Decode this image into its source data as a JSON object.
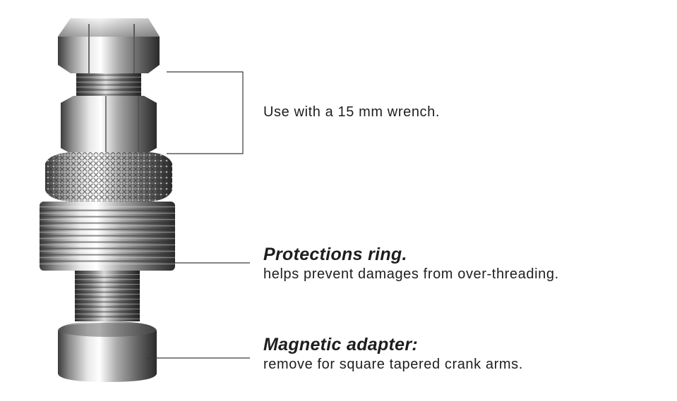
{
  "annotations": {
    "wrench": {
      "text": "Use with a 15 mm wrench."
    },
    "ring": {
      "title": "Protections ring.",
      "text": "helps prevent damages from over-threading."
    },
    "adapter": {
      "title": "Magnetic adapter:",
      "text": "remove for square tapered crank arms."
    }
  },
  "colors": {
    "text": "#1e1e1e",
    "line": "#3a3a3a",
    "background": "#ffffff"
  },
  "icons": [
    "crank-puller-tool-illustration"
  ]
}
